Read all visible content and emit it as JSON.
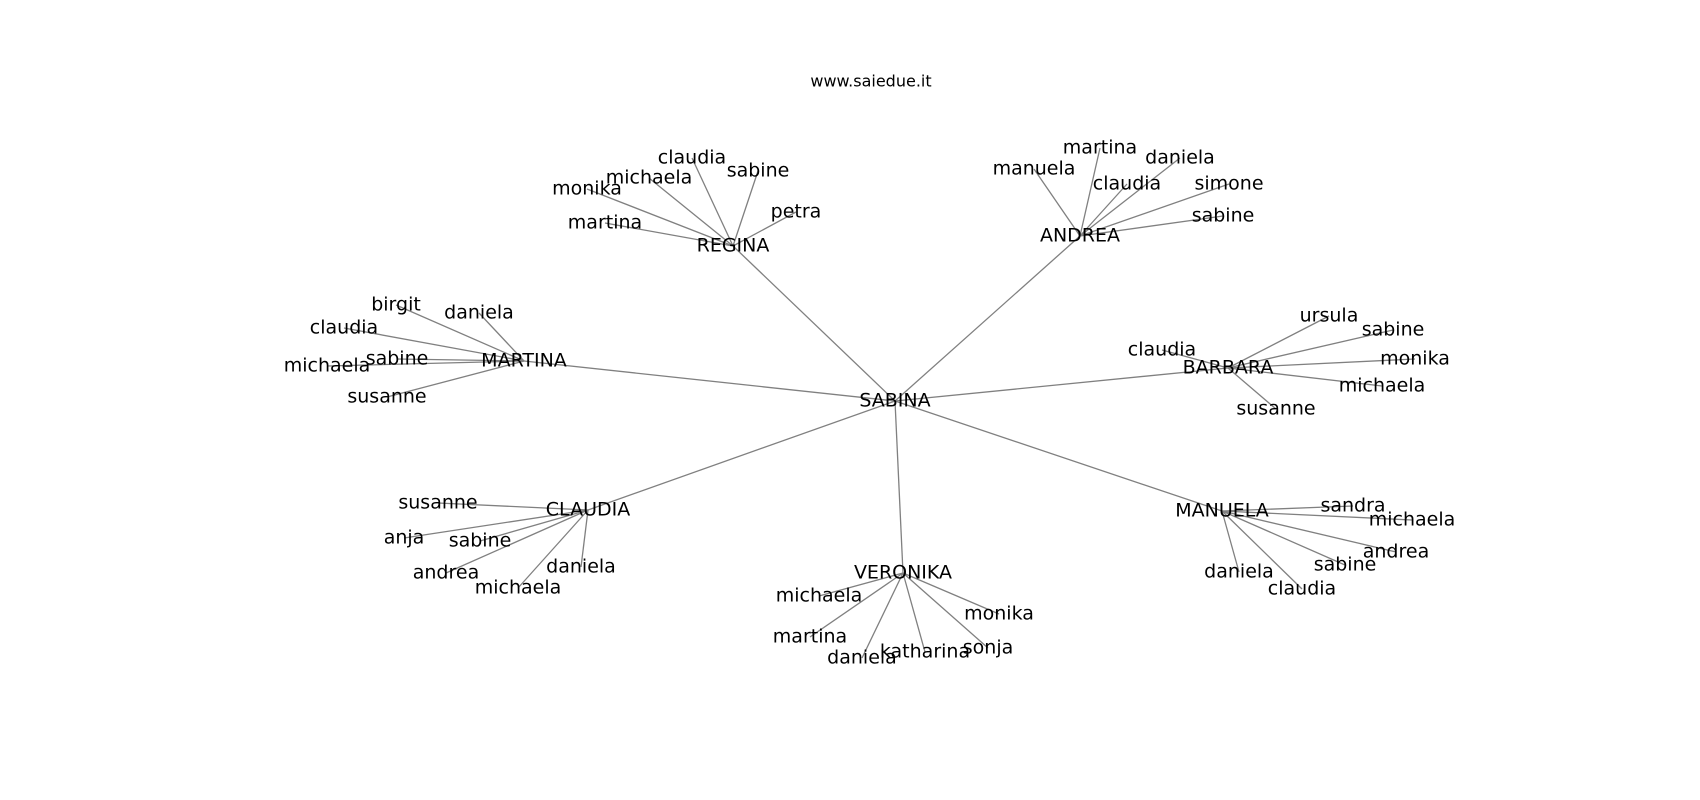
{
  "title": "www.saiedue.it",
  "center": "SABINA",
  "hubs": [
    {
      "id": "regina",
      "label": "REGINA",
      "leaves": [
        "claudia",
        "sabine",
        "michaela",
        "monika",
        "petra",
        "martina"
      ]
    },
    {
      "id": "andrea",
      "label": "ANDREA",
      "leaves": [
        "martina",
        "daniela",
        "manuela",
        "claudia",
        "simone",
        "sabine"
      ]
    },
    {
      "id": "martina",
      "label": "MARTINA",
      "leaves": [
        "birgit",
        "daniela",
        "claudia",
        "sabine",
        "michaela",
        "susanne"
      ]
    },
    {
      "id": "barbara",
      "label": "BARBARA",
      "leaves": [
        "ursula",
        "sabine",
        "claudia",
        "monika",
        "michaela",
        "susanne"
      ]
    },
    {
      "id": "claudia",
      "label": "CLAUDIA",
      "leaves": [
        "susanne",
        "anja",
        "sabine",
        "andrea",
        "daniela",
        "michaela"
      ]
    },
    {
      "id": "manuela",
      "label": "MANUELA",
      "leaves": [
        "sandra",
        "michaela",
        "andrea",
        "sabine",
        "daniela",
        "claudia"
      ]
    },
    {
      "id": "veronika",
      "label": "VERONIKA",
      "leaves": [
        "michaela",
        "monika",
        "martina",
        "sonja",
        "katharina",
        "daniela"
      ]
    }
  ]
}
